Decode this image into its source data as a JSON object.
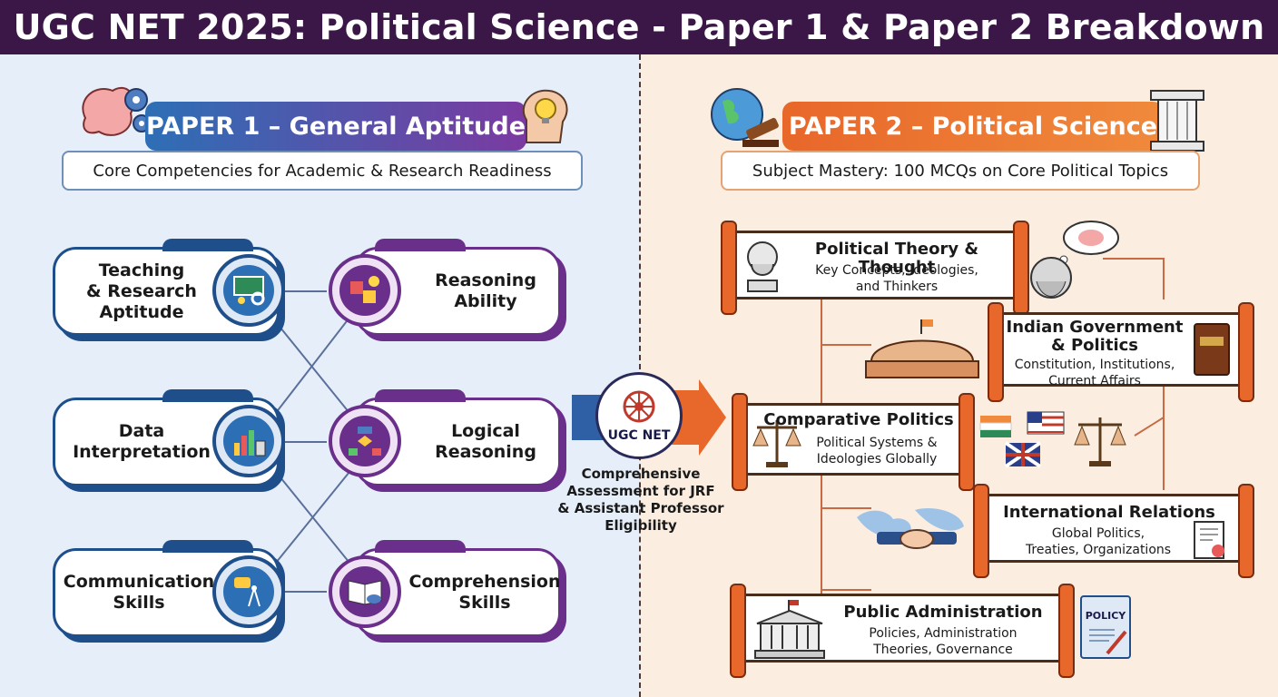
{
  "header": {
    "title": "UGC NET 2025: Political Science - Paper 1 & Paper 2 Breakdown"
  },
  "paper1": {
    "banner": "PAPER 1 – General Aptitude",
    "subtitle": "Core Competencies for Academic & Research Readiness",
    "cards": [
      {
        "label": "Teaching\n& Research\nAptitude"
      },
      {
        "label": "Reasoning\nAbility"
      },
      {
        "label": "Data\nInterpretation"
      },
      {
        "label": "Logical\nReasoning"
      },
      {
        "label": "Communication\nSkills"
      },
      {
        "label": "Comprehension\nSkills"
      }
    ]
  },
  "center": {
    "badge": "UGC NET",
    "text": "Comprehensive\nAssessment for JRF\n& Assistant Professor\nEligibility"
  },
  "paper2": {
    "banner": "PAPER 2 – Political Science",
    "subtitle": "Subject Mastery: 100 MCQs on Core Political Topics",
    "topics": [
      {
        "title": "Political Theory & Thought",
        "desc": "Key Concepts, Ideologies,\nand Thinkers"
      },
      {
        "title": "Indian Government\n& Politics",
        "desc": "Constitution, Institutions,\nCurrent Affairs"
      },
      {
        "title": "Comparative Politics",
        "desc": "Political Systems &\nIdeologies Globally"
      },
      {
        "title": "International Relations",
        "desc": "Global Politics,\nTreaties, Organizations"
      },
      {
        "title": "Public Administration",
        "desc": "Policies, Administration\nTheories, Governance"
      }
    ],
    "policy_doc": "POLICY"
  },
  "colors": {
    "header": "#3a1746",
    "blue": "#1f4f8b",
    "purple": "#6a2f8a",
    "orange": "#e8672a"
  }
}
